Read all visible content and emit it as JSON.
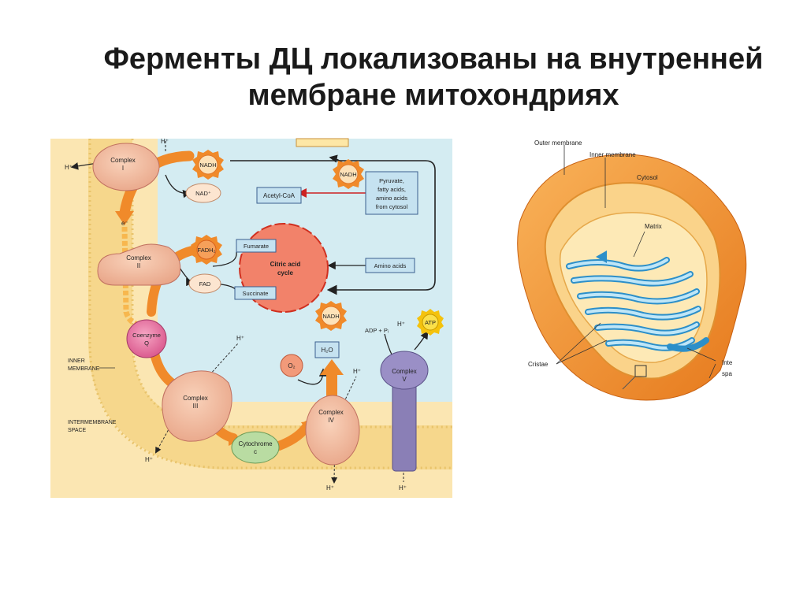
{
  "title": {
    "line1": "Ферменты ДЦ локализованы на внутренней",
    "line2": "мембране митохондриях"
  },
  "etc_diagram": {
    "h_plus": "H⁺",
    "electron": "e⁻",
    "complex_1": {
      "line1": "Complex",
      "line2": "I"
    },
    "complex_2": {
      "line1": "Complex",
      "line2": "II"
    },
    "complex_3": {
      "line1": "Complex",
      "line2": "III"
    },
    "complex_4": {
      "line1": "Complex",
      "line2": "IV"
    },
    "complex_5": {
      "line1": "Complex",
      "line2": "V"
    },
    "coenzyme_q": {
      "line1": "Coenzyme",
      "line2": "Q"
    },
    "cytochrome_c": {
      "line1": "Cytochrome",
      "line2": "c"
    },
    "nadh": "NADH",
    "nad_plus": "NAD⁺",
    "fadh2": "FADH₂",
    "fad": "FAD",
    "acetyl_coa": "Acetyl-CoA",
    "pyruvate_box": [
      "Pyruvate,",
      "fatty acids,",
      "amino acids",
      "from cytosol"
    ],
    "amino_acids": "Amino acids",
    "fumarate": "Fumarate",
    "succinate": "Succinate",
    "citric_acid_cycle": [
      "Citric acid",
      "cycle"
    ],
    "o2": "O₂",
    "h2o": "H₂O",
    "adp_pi": "ADP + Pᵢ",
    "atp": "ATP",
    "inner_membrane_label": [
      "INNER",
      "MEMBRANE"
    ],
    "intermembrane_label": [
      "INTERMEMBRANE",
      "SPACE"
    ]
  },
  "mito_diagram": {
    "outer_membrane": "Outer membrane",
    "inner_membrane": "Inner membrane",
    "cytosol": "Cytosol",
    "matrix": "Matrix",
    "cristae": "Cristae",
    "intermembrane_cut": [
      "Inte",
      "spa"
    ]
  }
}
